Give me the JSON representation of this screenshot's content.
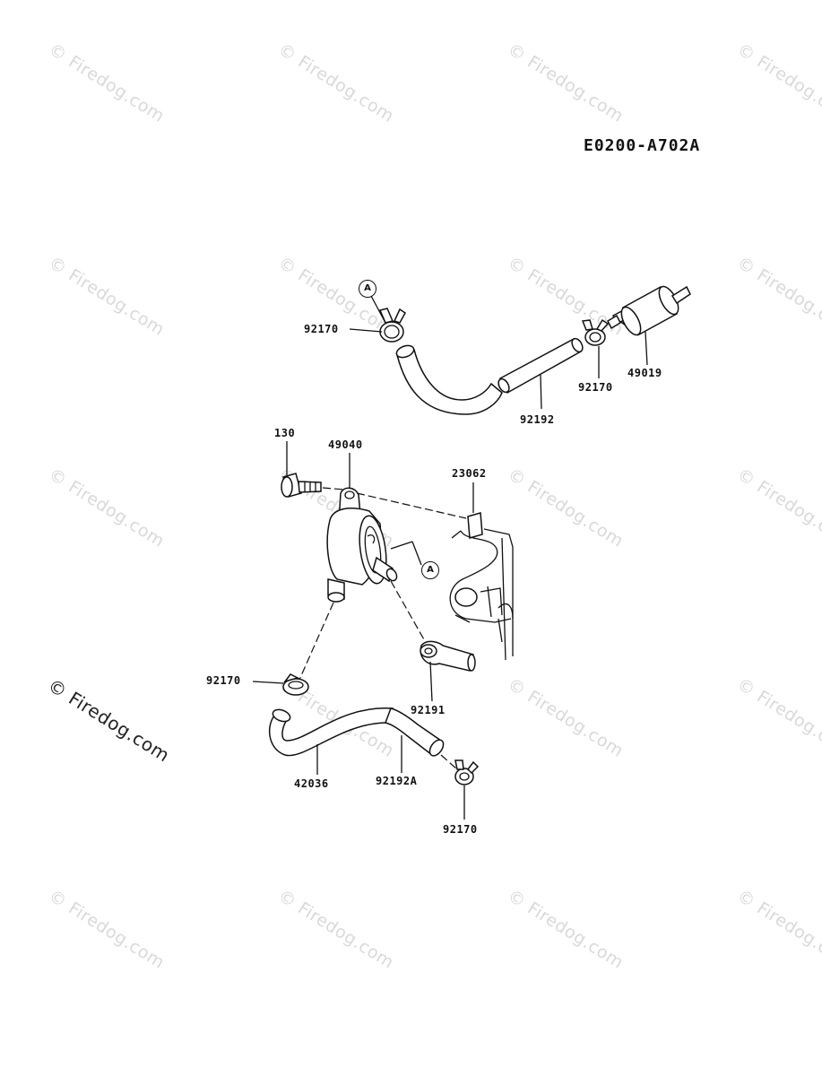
{
  "diagram_code": "E0200-A702A",
  "watermark_text": "© Firedog.com",
  "callout_letter": "A",
  "parts": {
    "clamp_top_left": "92170",
    "clamp_top_mid": "92170",
    "fuel_filter": "49019",
    "hose_top": "92192",
    "bolt": "130",
    "fuel_pump": "49040",
    "grommet": "23062",
    "clamp_left": "92170",
    "hose_short": "92191",
    "pipe": "42036",
    "hose_bottom": "92192A",
    "clamp_bottom": "92170"
  }
}
